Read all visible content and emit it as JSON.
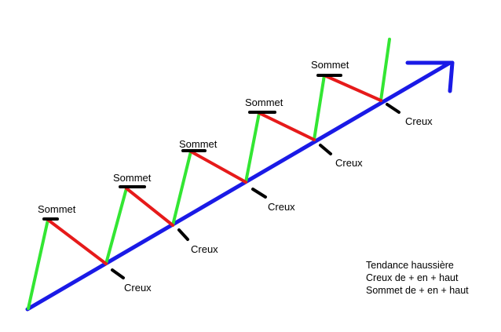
{
  "labels": {
    "peak": "Sommet",
    "trough": "Creux"
  },
  "legend": {
    "line1": "Tendance haussière",
    "line2": "Creux de + en + haut",
    "line3": "Sommet de + en + haut"
  },
  "colors": {
    "trendline": "#1a1ae6",
    "up_leg": "#33e633",
    "down_leg": "#e61a1a",
    "marker": "#000000",
    "background": "#ffffff"
  }
}
